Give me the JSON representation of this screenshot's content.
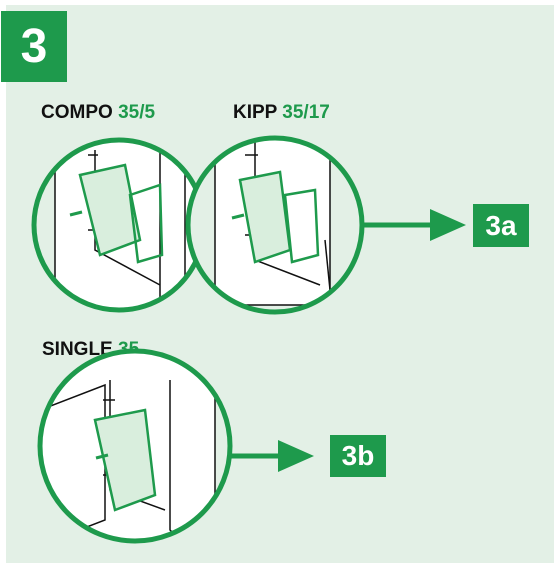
{
  "step": {
    "number": "3"
  },
  "products": [
    {
      "name": "COMPO",
      "code": "35/5"
    },
    {
      "name": "KIPP",
      "code": "35/17"
    },
    {
      "name": "SINGLE",
      "code": "35"
    }
  ],
  "references": [
    {
      "label": "3a"
    },
    {
      "label": "3b"
    }
  ],
  "colors": {
    "accent": "#1e9a4c",
    "background": "#e3f0e6",
    "ink": "#111111"
  }
}
